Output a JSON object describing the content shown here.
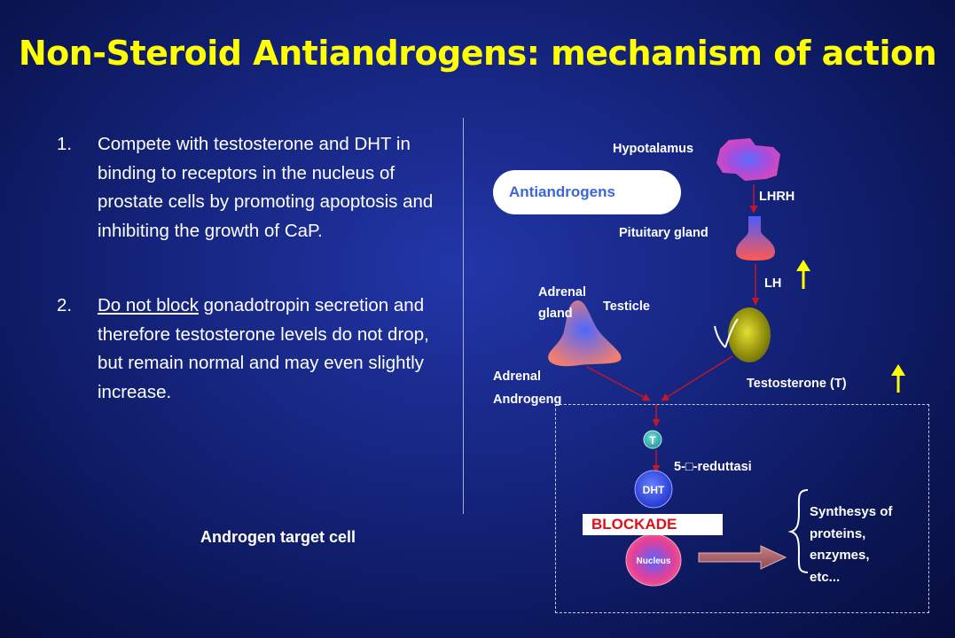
{
  "title": "Non-Steroid Antiandrogens: mechanism of action",
  "points": [
    {
      "number": "1.",
      "text": "Compete with testosterone and DHT in binding to receptors in the nucleus of prostate cells by promoting apoptosis and inhibiting the growth of CaP."
    },
    {
      "number": "2.",
      "underlined": "Do not block",
      "text": " gonadotropin secretion and therefore testosterone levels do not drop, but remain normal and may even slightly increase."
    }
  ],
  "caption": "Androgen target cell",
  "diagram": {
    "antiandrogens": "Antiandrogens",
    "hypothalamus": "Hypotalamus",
    "lhrh": "LHRH",
    "pituitary": "Pituitary gland",
    "lh": "LH",
    "adrenal_gland_1": "Adrenal",
    "adrenal_gland_2": "gland",
    "testicle": "Testicle",
    "adrenal_androgens_1": "Adrenal",
    "adrenal_androgens_2": "Androgeng",
    "testosterone": "Testosterone (T)",
    "t_node": "T",
    "reductase": "5-□-reduttasi",
    "dht_node": "DHT",
    "blockade": "BLOCKADE",
    "nucleus": "Nucleus",
    "synthesis": [
      "Synthesys of",
      "proteins,",
      "enzymes,",
      "etc..."
    ]
  },
  "colors": {
    "title": "#ffff00",
    "background": "#14237a",
    "up_arrow": "#ffff00",
    "flow_arrow": "#c0182a",
    "blockade_text": "#e0101a",
    "antiandrogens_text": "#3a66d6"
  },
  "icons": [
    "up-arrow-icon",
    "up-arrow-icon"
  ]
}
